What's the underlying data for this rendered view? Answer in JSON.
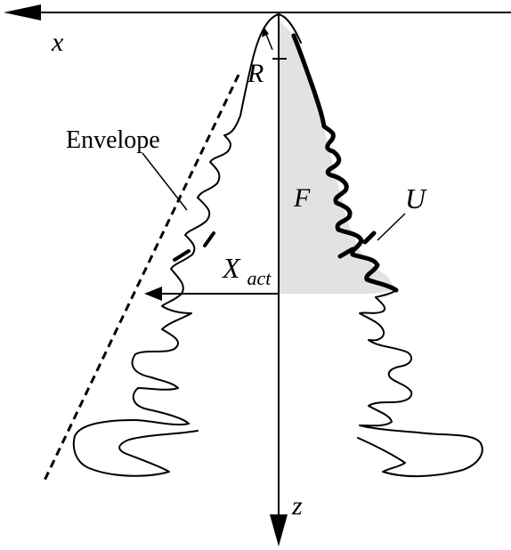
{
  "labels": {
    "x_axis": "x",
    "z_axis": "z",
    "radius": "R",
    "envelope": "Envelope",
    "force": "F",
    "uplift": "U",
    "x_act_main": "X",
    "x_act_sub": "act"
  },
  "colors": {
    "stroke": "#000000",
    "shaded_region": "#e2e2e2",
    "background": "#ffffff"
  }
}
